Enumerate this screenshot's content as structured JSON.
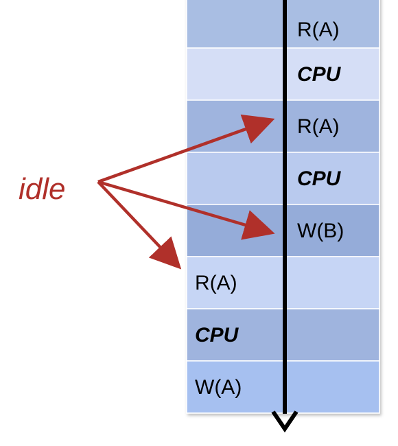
{
  "colors": {
    "row_a": "#a9bee3",
    "row_b": "#d5def6",
    "row_c": "#9fb4de",
    "row_d": "#b9caee",
    "row_e": "#c6d5f5",
    "row_f": "#95acd9",
    "row_g": "#a6c0f0",
    "grid_line": "#ffffff",
    "timeline": "#000000",
    "accent_red": "#b0302a",
    "cpu_text": "#b0302a",
    "text": "#000000"
  },
  "rows": [
    {
      "left": "",
      "right": "R(A)"
    },
    {
      "left": "",
      "right": "CPU"
    },
    {
      "left": "",
      "right": "R(A)"
    },
    {
      "left": "",
      "right": "CPU"
    },
    {
      "left": "",
      "right": "W(B)"
    },
    {
      "left": "R(A)",
      "right": ""
    },
    {
      "left": "CPU",
      "right": ""
    },
    {
      "left": "W(A)",
      "right": ""
    }
  ],
  "idle_label": "idle",
  "idle_arrows": [
    {
      "target_row": 2,
      "target_side": "right"
    },
    {
      "target_row": 4,
      "target_side": "right"
    },
    {
      "target_row": 5,
      "target_side": "left"
    }
  ]
}
